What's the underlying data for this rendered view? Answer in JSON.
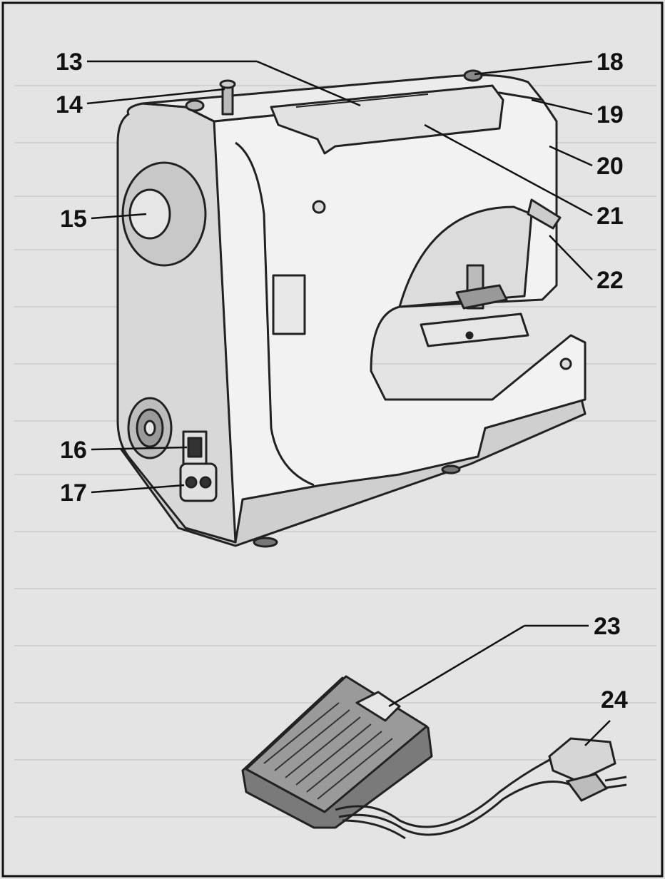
{
  "labels": {
    "13": "13",
    "14": "14",
    "15": "15",
    "16": "16",
    "17": "17",
    "18": "18",
    "19": "19",
    "20": "20",
    "21": "21",
    "22": "22",
    "23": "23",
    "24": "24"
  },
  "colors": {
    "paper": "#e4e4e4",
    "ink": "#111111",
    "body_light": "#f4f4f4",
    "shade": "#c9c9c9",
    "dark": "#3a3a3a"
  }
}
